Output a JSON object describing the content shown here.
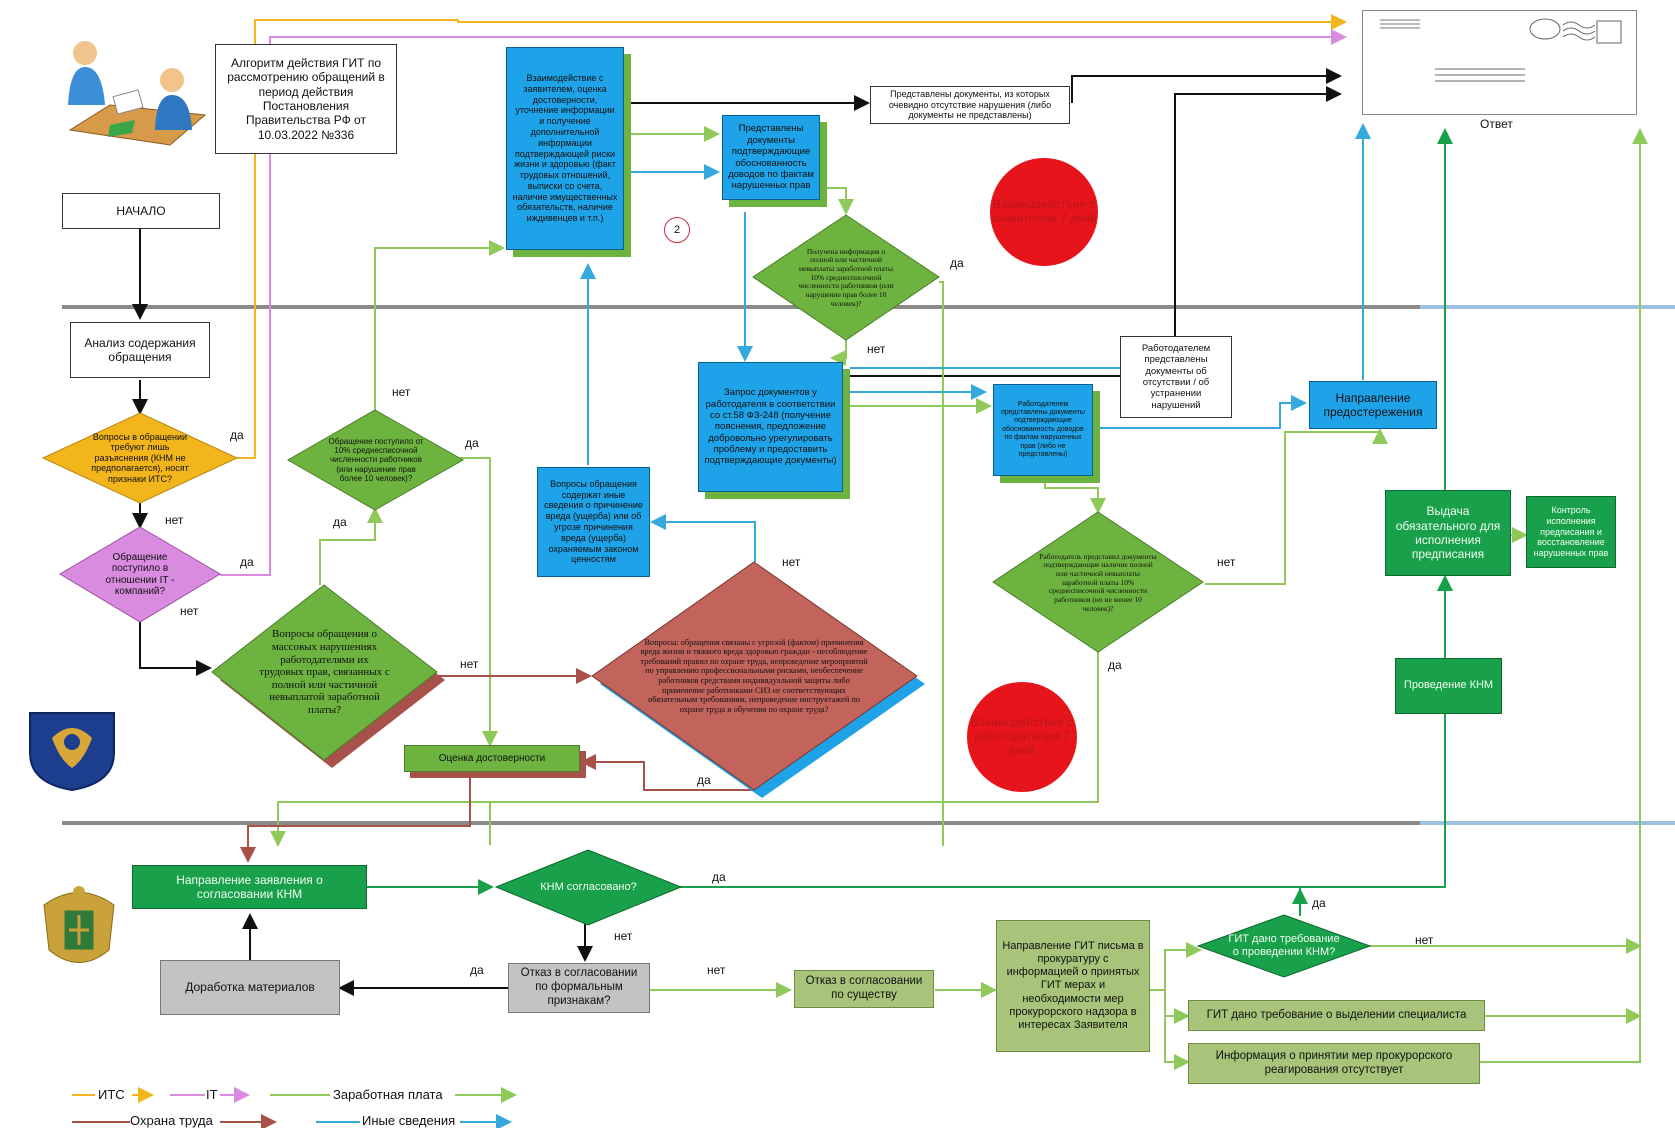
{
  "title_box": "Алгоритм действия ГИТ по рассмотрению обращений в период действия Постановления Правительства РФ от 10.03.2022 №336",
  "start": "НАЧАЛО",
  "analysis": "Анализ содержания обращения",
  "answer_label": "Ответ",
  "step_number": "2",
  "nodes": {
    "q_its": "Вопросы в обращении требуют лишь разъяснения (КНМ не предполагается), носят признаки ИТС?",
    "q_it": "Обращение поступило в отношении IT - компаний?",
    "q_mass": "Вопросы обращения о массовых нарушениях работодателями их трудовых прав, связанных с полной или частичной невыплатой заработной платы?",
    "q_10pct": "Обращение поступило от 10% среднесписочной численности работников (или нарушение прав более 10 человек)?",
    "interaction_applicant": "Взаимодействие с заявителем, оценка достоверности, уточнение информации и получение дополнительной информации подтверждающей риски жизни и здоровью (факт трудовых отношений, выписки со счета, наличие имущественных обязательств, наличие иждивенцев и т.п.)",
    "docs_presented_confirm": "Представлены документы подтверждающие обоснованность доводов по фактам нарушенных прав",
    "docs_absent": "Представлены документы, из которых очевидно отсутствие нарушения (либо документы не представлены)",
    "q_info_received": "Получена информация о полной или частичной невыплаты заработной платы 10% среднесписочной численности работников (или нарушение прав более 10 человек)?",
    "request_employer": "Запрос документов у работодателя в соответствии со ст.58 ФЗ-248 (получение пояснения, предложение добровольно урегулировать проблему и предоставить подтверждающие документы)",
    "employer_docs_absence": "Работодателем представлены документы об отсутствии / об устранении нарушений",
    "employer_docs_confirm": "Работодателем представлены документы подтверждающие обоснованность доводов по фактам нарушенных прав (либо не представлены)",
    "q_employer_docs": "Работодатель представил документы подтверждающие наличие полной или частичной невыплаты заработной платы 10% среднесписочной численности работников (но не менее 10 человек)?",
    "warning": "Направление предостережения",
    "other_info": "Вопросы обращения содержат иные сведения о причинение вреда (ущерба) или об угрозе причинения вреда (ущерба) охраняемым законом ценностям",
    "q_safety": "Вопросы: обращения связаны с угрозой (фактом) причинения вреда жизни и тяжкого вреда здоровью граждан - несоблюдение требований правил по охране труда, непроведение мероприятий по управлению профессиональными рисками, необеспечение работников средствами индивидуальной защиты либо применение работниками СИЗ не соответствующих обязательным требованиям, непроведение инструктажей по охране труда и обучения по охране труда?",
    "reliability": "Оценка достоверности",
    "issue_order": "Выдача обязательного для исполнения предписания",
    "control_order": "Контроль исполнения предписания и восстановление нарушенных прав",
    "knm": "Проведение КНМ",
    "send_knm": "Направление заявления о согласовании КНМ",
    "q_knm_agreed": "КНМ согласовано?",
    "refuse_formal": "Отказ в согласовании по формальным признакам?",
    "rework": "Доработка материалов",
    "refuse_substance": "Отказ в согласовании по существу",
    "letter_prosecutor": "Направление ГИТ письма в прокуратуру с информацией о принятых ГИТ мерах и необходимости мер прокурорского надзора в интересах Заявителя",
    "q_git_demand": "ГИТ дано требование о проведении КНМ?",
    "git_specialist": "ГИТ дано требование о выделении специалиста",
    "no_measures": "Информация о принятии мер прокурорского реагирования отсутствует",
    "circle_applicant": "Взаимодействие с заявителем 7 дней",
    "circle_employer": "Взаимодействие с работодателем 7 дней"
  },
  "edge_labels": {
    "yes": "да",
    "no": "нет"
  },
  "legend": {
    "its": "ИТС",
    "it": "IT",
    "salary": "Заработная плата",
    "safety": "Охрана труда",
    "other": "Иные сведения"
  },
  "colors": {
    "its": "#f2b51c",
    "it": "#d98be0",
    "salary": "#8ec95a",
    "safety": "#a8504a",
    "other": "#35a8dc",
    "main": "#111111",
    "band": "#8a8a8a"
  },
  "icons": [
    "meeting-illustration-icon",
    "rostrud-emblem-icon",
    "prosecutor-emblem-icon",
    "envelope-icon"
  ]
}
